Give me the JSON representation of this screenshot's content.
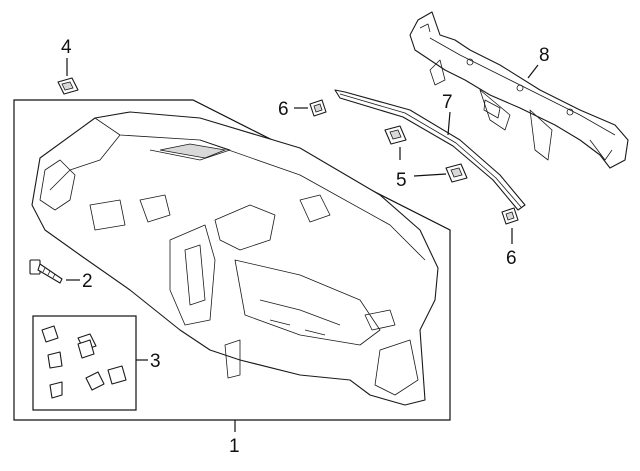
{
  "diagram": {
    "callouts": {
      "c1": "1",
      "c2": "2",
      "c3": "3",
      "c4": "4",
      "c5": "5",
      "c6a": "6",
      "c6b": "6",
      "c7": "7",
      "c8": "8"
    }
  },
  "colors": {
    "ink": "#111111",
    "background": "#ffffff",
    "shade": "#d9d9d9"
  }
}
